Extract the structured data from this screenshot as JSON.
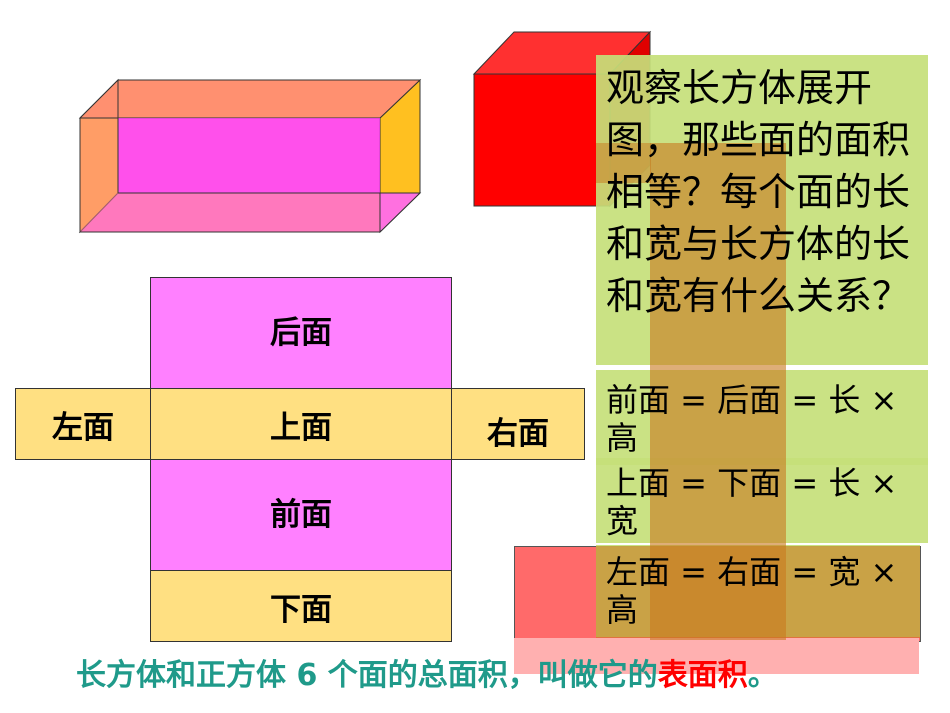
{
  "net": {
    "back": "后面",
    "left": "左面",
    "top": "上面",
    "right": "右面",
    "front": "前面",
    "bottom": "下面"
  },
  "question": "观察长方体展开图，那些面的面积相等？每个面的长和宽与长方体的长和宽有什么关系？",
  "equations": [
    "前面 = 后面 = 长 × 高",
    "上面 = 下面 = 长 × 宽",
    "左面 = 右面 = 宽 × 高"
  ],
  "footer": {
    "text": "长方体和正方体 6 个面的总面积，叫做它的",
    "highlight": "表面积",
    "end": "。"
  },
  "colors": {
    "pink": "#ff80ff",
    "yellow": "#ffe082",
    "red": "#ff0000",
    "green": "#c5e07a",
    "orange": "#cc8a3c",
    "teal": "#1f9a8a"
  }
}
